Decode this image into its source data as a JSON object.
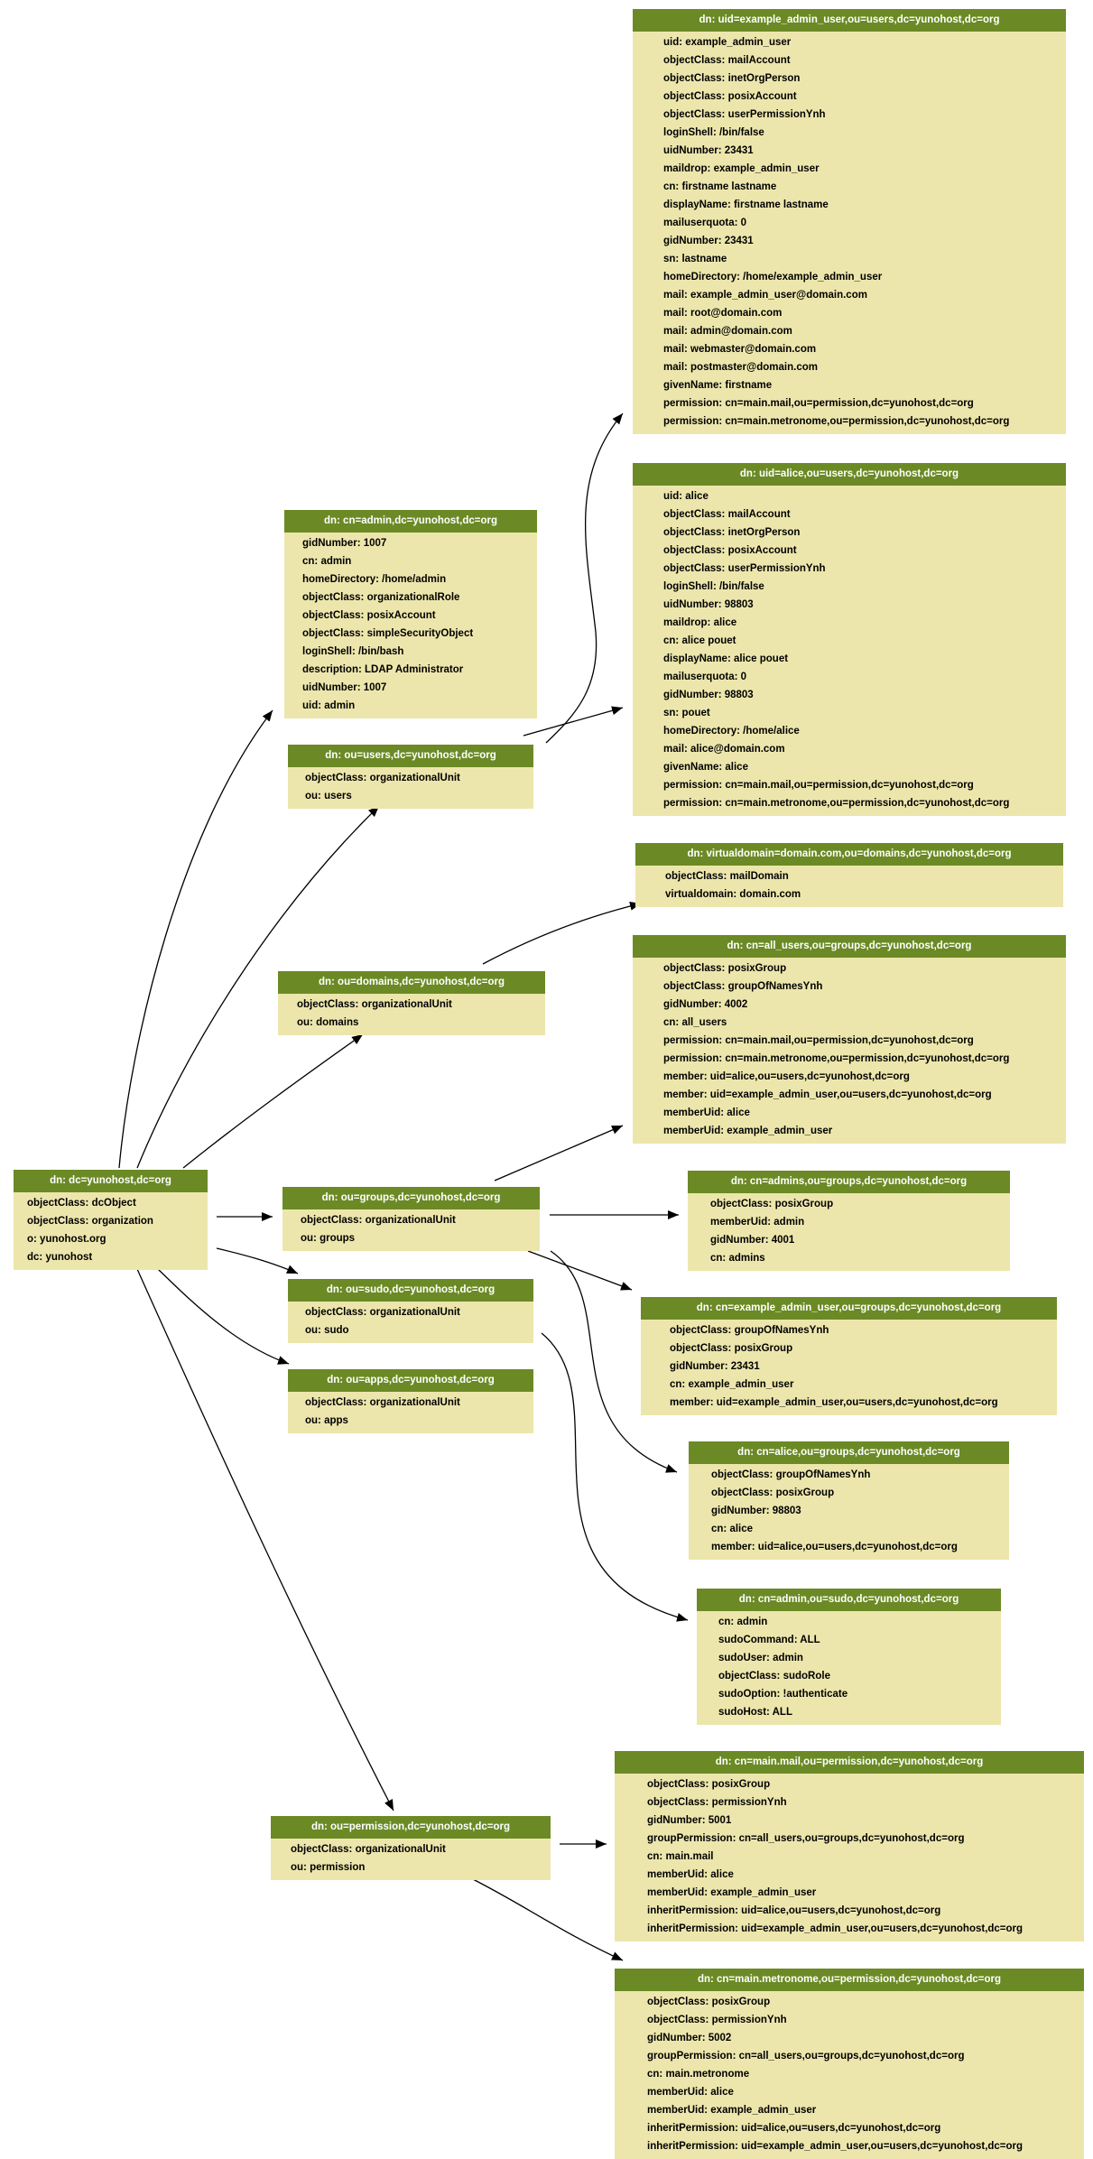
{
  "colors": {
    "header_bg": "#6b8a25",
    "header_text": "#ffffff",
    "body_bg": "#ede6ac",
    "edge": "#000000"
  },
  "nodes": [
    {
      "id": "root",
      "dn": "dn: dc=yunohost,dc=org",
      "attrs": [
        "objectClass: dcObject",
        "objectClass: organization",
        "o: yunohost.org",
        "dc: yunohost"
      ]
    },
    {
      "id": "admin",
      "dn": "dn: cn=admin,dc=yunohost,dc=org",
      "attrs": [
        "gidNumber: 1007",
        "cn: admin",
        "homeDirectory: /home/admin",
        "objectClass: organizationalRole",
        "objectClass: posixAccount",
        "objectClass: simpleSecurityObject",
        "loginShell: /bin/bash",
        "description: LDAP Administrator",
        "uidNumber: 1007",
        "uid: admin"
      ]
    },
    {
      "id": "users",
      "dn": "dn: ou=users,dc=yunohost,dc=org",
      "attrs": [
        "objectClass: organizationalUnit",
        "ou: users"
      ]
    },
    {
      "id": "domains",
      "dn": "dn: ou=domains,dc=yunohost,dc=org",
      "attrs": [
        "objectClass: organizationalUnit",
        "ou: domains"
      ]
    },
    {
      "id": "groups",
      "dn": "dn: ou=groups,dc=yunohost,dc=org",
      "attrs": [
        "objectClass: organizationalUnit",
        "ou: groups"
      ]
    },
    {
      "id": "sudo",
      "dn": "dn: ou=sudo,dc=yunohost,dc=org",
      "attrs": [
        "objectClass: organizationalUnit",
        "ou: sudo"
      ]
    },
    {
      "id": "apps",
      "dn": "dn: ou=apps,dc=yunohost,dc=org",
      "attrs": [
        "objectClass: organizationalUnit",
        "ou: apps"
      ]
    },
    {
      "id": "permission",
      "dn": "dn: ou=permission,dc=yunohost,dc=org",
      "attrs": [
        "objectClass: organizationalUnit",
        "ou: permission"
      ]
    },
    {
      "id": "user_example_admin",
      "dn": "dn: uid=example_admin_user,ou=users,dc=yunohost,dc=org",
      "attrs": [
        "uid: example_admin_user",
        "objectClass: mailAccount",
        "objectClass: inetOrgPerson",
        "objectClass: posixAccount",
        "objectClass: userPermissionYnh",
        "loginShell: /bin/false",
        "uidNumber: 23431",
        "maildrop: example_admin_user",
        "cn: firstname lastname",
        "displayName: firstname lastname",
        "mailuserquota: 0",
        "gidNumber: 23431",
        "sn: lastname",
        "homeDirectory: /home/example_admin_user",
        "mail: example_admin_user@domain.com",
        "mail: root@domain.com",
        "mail: admin@domain.com",
        "mail: webmaster@domain.com",
        "mail: postmaster@domain.com",
        "givenName: firstname",
        "permission: cn=main.mail,ou=permission,dc=yunohost,dc=org",
        "permission: cn=main.metronome,ou=permission,dc=yunohost,dc=org"
      ]
    },
    {
      "id": "user_alice",
      "dn": "dn: uid=alice,ou=users,dc=yunohost,dc=org",
      "attrs": [
        "uid: alice",
        "objectClass: mailAccount",
        "objectClass: inetOrgPerson",
        "objectClass: posixAccount",
        "objectClass: userPermissionYnh",
        "loginShell: /bin/false",
        "uidNumber: 98803",
        "maildrop: alice",
        "cn: alice pouet",
        "displayName: alice pouet",
        "mailuserquota: 0",
        "gidNumber: 98803",
        "sn: pouet",
        "homeDirectory: /home/alice",
        "mail: alice@domain.com",
        "givenName: alice",
        "permission: cn=main.mail,ou=permission,dc=yunohost,dc=org",
        "permission: cn=main.metronome,ou=permission,dc=yunohost,dc=org"
      ]
    },
    {
      "id": "virtualdomain",
      "dn": "dn: virtualdomain=domain.com,ou=domains,dc=yunohost,dc=org",
      "attrs": [
        "objectClass: mailDomain",
        "virtualdomain: domain.com"
      ]
    },
    {
      "id": "group_all_users",
      "dn": "dn: cn=all_users,ou=groups,dc=yunohost,dc=org",
      "attrs": [
        "objectClass: posixGroup",
        "objectClass: groupOfNamesYnh",
        "gidNumber: 4002",
        "cn: all_users",
        "permission: cn=main.mail,ou=permission,dc=yunohost,dc=org",
        "permission: cn=main.metronome,ou=permission,dc=yunohost,dc=org",
        "member: uid=alice,ou=users,dc=yunohost,dc=org",
        "member: uid=example_admin_user,ou=users,dc=yunohost,dc=org",
        "memberUid: alice",
        "memberUid: example_admin_user"
      ]
    },
    {
      "id": "group_admins",
      "dn": "dn: cn=admins,ou=groups,dc=yunohost,dc=org",
      "attrs": [
        "objectClass: posixGroup",
        "memberUid: admin",
        "gidNumber: 4001",
        "cn: admins"
      ]
    },
    {
      "id": "group_example_admin",
      "dn": "dn: cn=example_admin_user,ou=groups,dc=yunohost,dc=org",
      "attrs": [
        "objectClass: groupOfNamesYnh",
        "objectClass: posixGroup",
        "gidNumber: 23431",
        "cn: example_admin_user",
        "member: uid=example_admin_user,ou=users,dc=yunohost,dc=org"
      ]
    },
    {
      "id": "group_alice",
      "dn": "dn: cn=alice,ou=groups,dc=yunohost,dc=org",
      "attrs": [
        "objectClass: groupOfNamesYnh",
        "objectClass: posixGroup",
        "gidNumber: 98803",
        "cn: alice",
        "member: uid=alice,ou=users,dc=yunohost,dc=org"
      ]
    },
    {
      "id": "sudo_admin",
      "dn": "dn: cn=admin,ou=sudo,dc=yunohost,dc=org",
      "attrs": [
        "cn: admin",
        "sudoCommand: ALL",
        "sudoUser: admin",
        "objectClass: sudoRole",
        "sudoOption: !authenticate",
        "sudoHost: ALL"
      ]
    },
    {
      "id": "perm_mail",
      "dn": "dn: cn=main.mail,ou=permission,dc=yunohost,dc=org",
      "attrs": [
        "objectClass: posixGroup",
        "objectClass: permissionYnh",
        "gidNumber: 5001",
        "groupPermission: cn=all_users,ou=groups,dc=yunohost,dc=org",
        "cn: main.mail",
        "memberUid: alice",
        "memberUid: example_admin_user",
        "inheritPermission: uid=alice,ou=users,dc=yunohost,dc=org",
        "inheritPermission: uid=example_admin_user,ou=users,dc=yunohost,dc=org"
      ]
    },
    {
      "id": "perm_metronome",
      "dn": "dn: cn=main.metronome,ou=permission,dc=yunohost,dc=org",
      "attrs": [
        "objectClass: posixGroup",
        "objectClass: permissionYnh",
        "gidNumber: 5002",
        "groupPermission: cn=all_users,ou=groups,dc=yunohost,dc=org",
        "cn: main.metronome",
        "memberUid: alice",
        "memberUid: example_admin_user",
        "inheritPermission: uid=alice,ou=users,dc=yunohost,dc=org",
        "inheritPermission: uid=example_admin_user,ou=users,dc=yunohost,dc=org"
      ]
    }
  ],
  "edges": [
    [
      "root",
      "admin"
    ],
    [
      "root",
      "users"
    ],
    [
      "root",
      "domains"
    ],
    [
      "root",
      "groups"
    ],
    [
      "root",
      "sudo"
    ],
    [
      "root",
      "apps"
    ],
    [
      "root",
      "permission"
    ],
    [
      "users",
      "user_example_admin"
    ],
    [
      "users",
      "user_alice"
    ],
    [
      "domains",
      "virtualdomain"
    ],
    [
      "groups",
      "group_all_users"
    ],
    [
      "groups",
      "group_admins"
    ],
    [
      "groups",
      "group_example_admin"
    ],
    [
      "groups",
      "group_alice"
    ],
    [
      "sudo",
      "sudo_admin"
    ],
    [
      "permission",
      "perm_mail"
    ],
    [
      "permission",
      "perm_metronome"
    ]
  ]
}
